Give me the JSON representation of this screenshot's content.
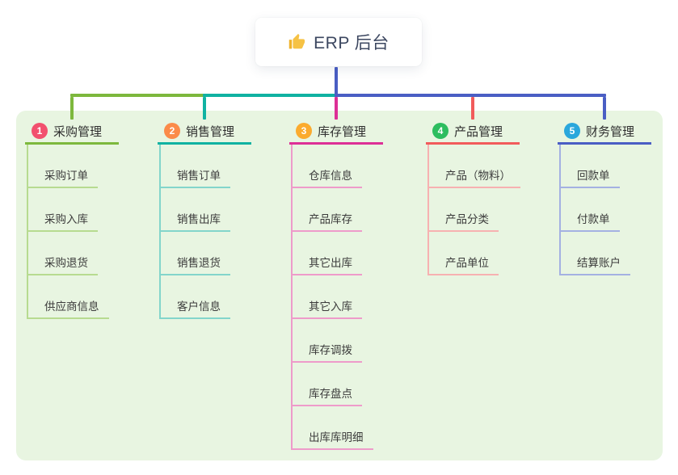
{
  "root": {
    "icon": "thumbs-up",
    "label": "ERP 后台"
  },
  "colors": {
    "panel_bg": "#e8f5e1",
    "root_text": "#3c4760",
    "thumb_yellow": "#f6c244",
    "item_text": "#3c3c3c"
  },
  "branches": [
    {
      "num": "1",
      "label": "采购管理",
      "badge_color": "#f2506e",
      "line_color": "#7db83d",
      "light_color": "#b7db90",
      "children": [
        "采购订单",
        "采购入库",
        "采购退货",
        "供应商信息"
      ]
    },
    {
      "num": "2",
      "label": "销售管理",
      "badge_color": "#fb8b49",
      "line_color": "#10b2a2",
      "light_color": "#83d5cb",
      "children": [
        "销售订单",
        "销售出库",
        "销售退货",
        "客户信息"
      ]
    },
    {
      "num": "3",
      "label": "库存管理",
      "badge_color": "#fbab2e",
      "line_color": "#dd2f96",
      "light_color": "#ee9bca",
      "children": [
        "仓库信息",
        "产品库存",
        "其它出库",
        "其它入库",
        "库存调拨",
        "库存盘点",
        "出库库明细"
      ]
    },
    {
      "num": "4",
      "label": "产品管理",
      "badge_color": "#2dbd5f",
      "line_color": "#f15b5b",
      "light_color": "#f7b1b1",
      "children": [
        "产品（物料）",
        "产品分类",
        "产品单位"
      ]
    },
    {
      "num": "5",
      "label": "财务管理",
      "badge_color": "#2aa7dc",
      "line_color": "#4a5ec4",
      "light_color": "#a4b1e2",
      "children": [
        "回款单",
        "付款单",
        "结算账户"
      ]
    }
  ]
}
